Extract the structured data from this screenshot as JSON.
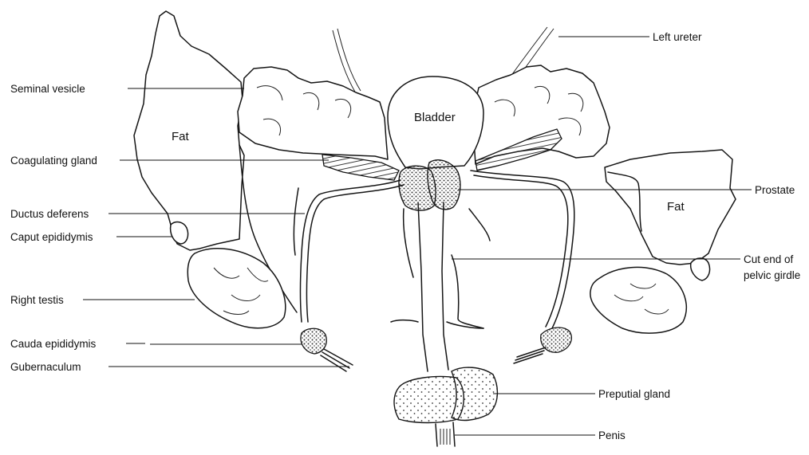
{
  "labels": {
    "seminal_vesicle": "Seminal vesicle",
    "fat_left": "Fat",
    "coagulating_gland": "Coagulating gland",
    "ductus_deferens": "Ductus deferens",
    "caput_epididymis": "Caput epididymis",
    "right_testis": "Right testis",
    "cauda_epididymis": "Cauda epididymis",
    "gubernaculum": "Gubernaculum",
    "bladder": "Bladder",
    "left_ureter": "Left ureter",
    "prostate": "Prostate",
    "fat_right": "Fat",
    "cut_end_line1": "Cut end of",
    "cut_end_line2": "pelvic girdle",
    "preputial_gland": "Preputial gland",
    "penis": "Penis"
  }
}
